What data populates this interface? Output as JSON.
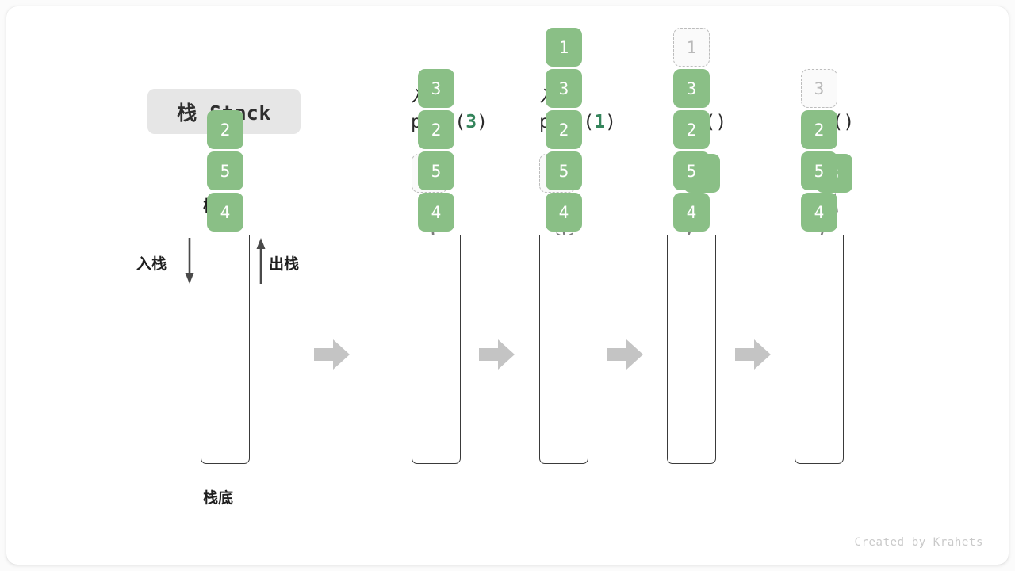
{
  "title_badge": "栈 Stack",
  "labels": {
    "top": "栈顶",
    "bottom": "栈底",
    "push_side": "入栈",
    "pop_side": "出栈"
  },
  "colors": {
    "element": "#8abf86",
    "element_text": "#ffffff",
    "ghost_fill": "#fafafa",
    "ghost_border": "#bdbdbd",
    "ghost_text": "#b9b9b9",
    "accent_number": "#35855c",
    "arrow": "#7d7d7d",
    "block_arrow": "#c4c4c4",
    "container_wall": "#3a3a3a",
    "badge_bg": "#e6e6e6",
    "card_bg": "#ffffff",
    "page_bg": "#fbfbfb"
  },
  "columns": [
    {
      "id": "initial",
      "header_cn": "",
      "header_code": "",
      "header_code_prefix": "",
      "header_code_num": "",
      "header_code_suffix": "",
      "cells": [
        {
          "value": "4",
          "state": "solid"
        },
        {
          "value": "5",
          "state": "solid"
        },
        {
          "value": "2",
          "state": "solid"
        }
      ],
      "float_box": null
    },
    {
      "id": "push-3",
      "header_cn": "入栈",
      "header_code_prefix": "push(",
      "header_code_num": "3",
      "header_code_suffix": ")",
      "cells": [
        {
          "value": "4",
          "state": "solid"
        },
        {
          "value": "5",
          "state": "solid"
        },
        {
          "value": "2",
          "state": "solid"
        },
        {
          "value": "3",
          "state": "solid"
        }
      ],
      "float_box": {
        "value": "3",
        "state": "ghost",
        "motion": "down"
      }
    },
    {
      "id": "push-1",
      "header_cn": "入栈",
      "header_code_prefix": "push(",
      "header_code_num": "1",
      "header_code_suffix": ")",
      "cells": [
        {
          "value": "4",
          "state": "solid"
        },
        {
          "value": "5",
          "state": "solid"
        },
        {
          "value": "2",
          "state": "solid"
        },
        {
          "value": "3",
          "state": "solid"
        },
        {
          "value": "1",
          "state": "solid"
        }
      ],
      "float_box": {
        "value": "1",
        "state": "ghost",
        "motion": "down"
      }
    },
    {
      "id": "pop-1",
      "header_cn": "出栈",
      "header_code_prefix": "pop(",
      "header_code_num": "",
      "header_code_suffix": ")",
      "cells": [
        {
          "value": "4",
          "state": "solid"
        },
        {
          "value": "5",
          "state": "solid"
        },
        {
          "value": "2",
          "state": "solid"
        },
        {
          "value": "3",
          "state": "solid"
        },
        {
          "value": "1",
          "state": "ghost"
        }
      ],
      "float_box": {
        "value": "1",
        "state": "solid",
        "motion": "up"
      }
    },
    {
      "id": "pop-3",
      "header_cn": "出栈",
      "header_code_prefix": "pop(",
      "header_code_num": "",
      "header_code_suffix": ")",
      "cells": [
        {
          "value": "4",
          "state": "solid"
        },
        {
          "value": "5",
          "state": "solid"
        },
        {
          "value": "2",
          "state": "solid"
        },
        {
          "value": "3",
          "state": "ghost"
        }
      ],
      "float_box": {
        "value": "3",
        "state": "solid",
        "motion": "up"
      }
    }
  ],
  "credit": "Created by Krahets"
}
